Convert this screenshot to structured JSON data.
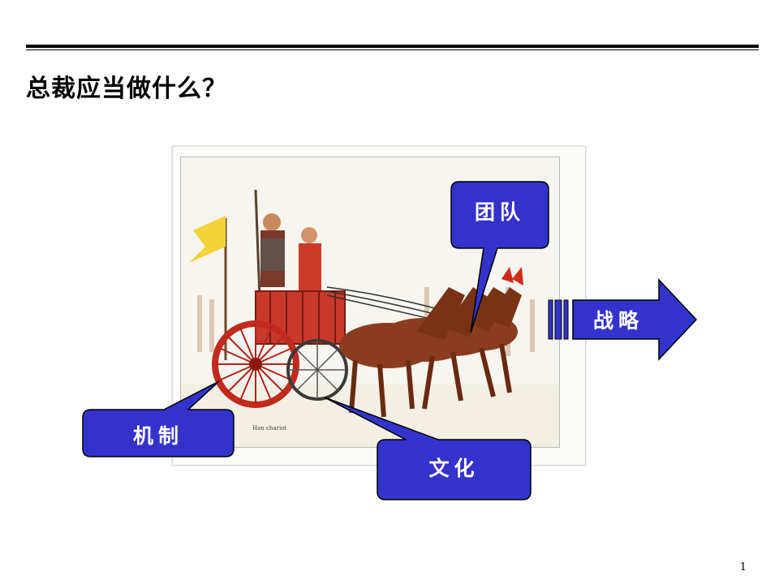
{
  "slide": {
    "title": "总裁应当做什么？",
    "page_number": "1"
  },
  "image": {
    "caption": "Han chariot"
  },
  "callouts": {
    "team": "团队",
    "mechanism": "机制",
    "culture": "文化",
    "strategy": "战略"
  },
  "colors": {
    "callout_fill": "#3333cc",
    "callout_stroke": "#000000",
    "text": "#ffffff"
  }
}
